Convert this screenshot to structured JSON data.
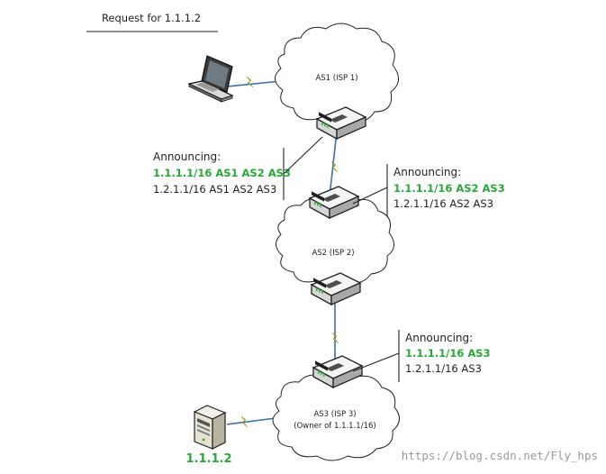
{
  "request": {
    "label": "Request for 1.1.1.2"
  },
  "clouds": {
    "as1": {
      "label": "AS1 (ISP 1)"
    },
    "as2": {
      "label": "AS2 (ISP 2)"
    },
    "as3": {
      "line1": "AS3 (ISP 3)",
      "line2": "(Owner of 1.1.1.1/16)"
    }
  },
  "announcements": {
    "a1": {
      "title": "Announcing:",
      "route1": "1.1.1.1/16 AS1 AS2 AS3",
      "route2": "1.2.1.1/16 AS1 AS2 AS3"
    },
    "a2": {
      "title": "Announcing:",
      "route1": "1.1.1.1/16 AS2 AS3",
      "route2": "1.2.1.1/16 AS2 AS3"
    },
    "a3": {
      "title": "Announcing:",
      "route1": "1.1.1.1/16 AS3",
      "route2": "1.2.1.1/16 AS3"
    }
  },
  "server": {
    "ip": "1.1.1.2"
  },
  "watermark": "https://blog.csdn.net/Fly_hps",
  "colors": {
    "highlight": "#27a837",
    "link": "#3a6fb0",
    "bolt": "#c8d400"
  }
}
